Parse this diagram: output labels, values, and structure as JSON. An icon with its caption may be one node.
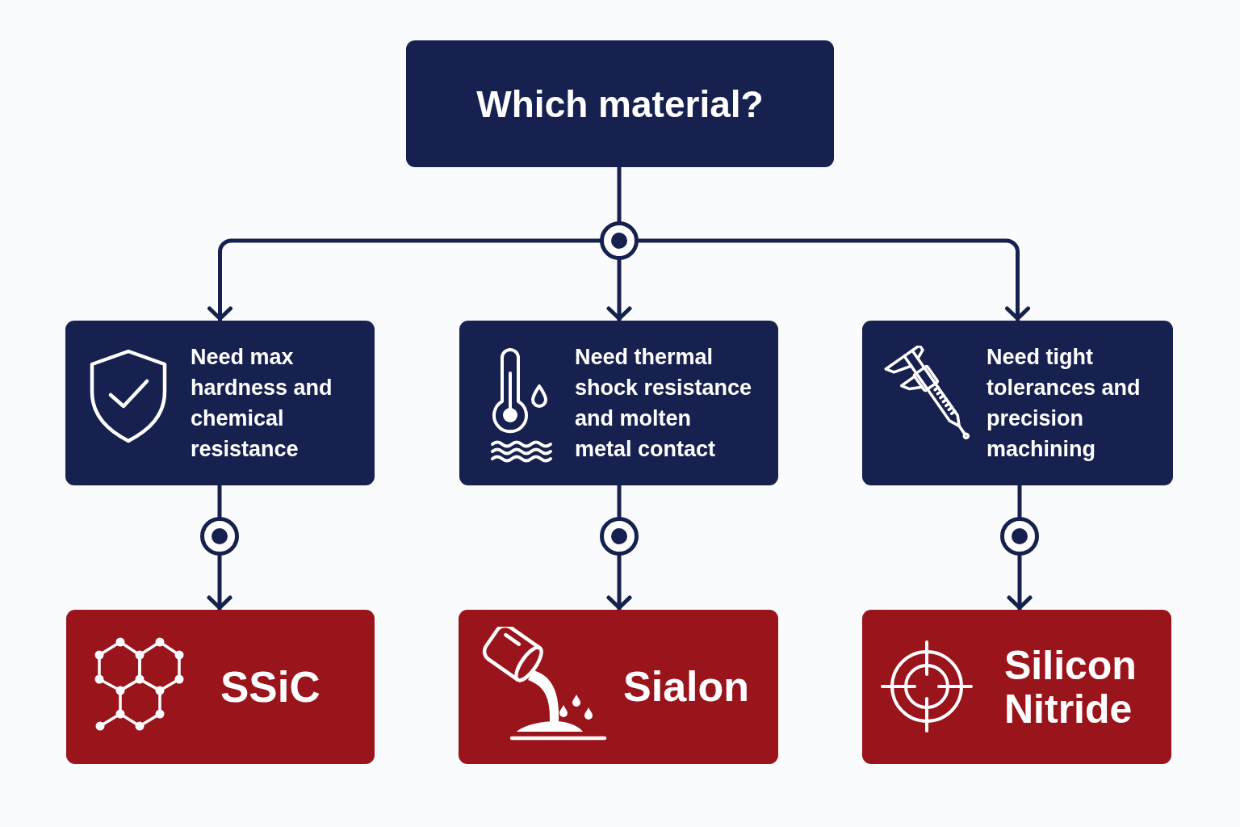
{
  "diagram": {
    "nodes": [
      {
        "text": [
          "Which material?"
        ]
      },
      {
        "text": [],
        "shape": "circle"
      },
      {
        "text": [
          "Need max hardness and chemical resistance"
        ]
      },
      {
        "text": [
          "Need thermal shock resistance and molten metal contact"
        ]
      },
      {
        "text": [
          "Need tight tolerances and precision machining"
        ]
      },
      {
        "text": [],
        "shape": "circle"
      },
      {
        "text": [],
        "shape": "circle"
      },
      {
        "text": [],
        "shape": "circle"
      },
      {
        "text": [
          "SSiC"
        ]
      },
      {
        "text": [
          "Sialon"
        ]
      },
      {
        "text": [
          "Silicon Nitride"
        ]
      }
    ],
    "edges": [
      {
        "from": 0,
        "to": 1,
        "arrow": "none"
      },
      {
        "from": 1,
        "to": 2,
        "arrow": "to"
      },
      {
        "from": 1,
        "to": 3,
        "arrow": "to"
      },
      {
        "from": 1,
        "to": 4,
        "arrow": "to"
      },
      {
        "from": 2,
        "to": 5,
        "arrow": "none"
      },
      {
        "from": 5,
        "to": 8,
        "arrow": "to"
      },
      {
        "from": 3,
        "to": 6,
        "arrow": "none"
      },
      {
        "from": 6,
        "to": 9,
        "arrow": "to"
      },
      {
        "from": 4,
        "to": 7,
        "arrow": "none"
      },
      {
        "from": 7,
        "to": 10,
        "arrow": "to"
      }
    ]
  }
}
